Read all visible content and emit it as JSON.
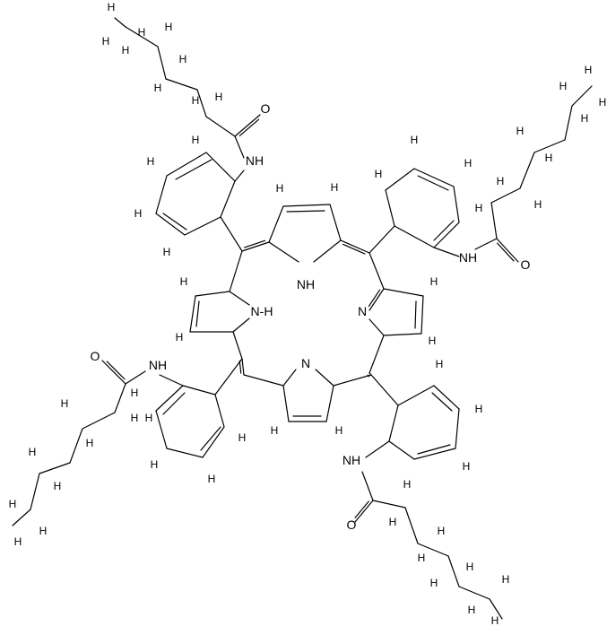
{
  "figure": {
    "background": "#ffffff",
    "stroke_color": "#000000",
    "atom_labels": {
      "N": "N",
      "H": "H",
      "O": "O",
      "NH": "NH",
      "HN": "HN",
      "N-H": "N-H"
    }
  }
}
